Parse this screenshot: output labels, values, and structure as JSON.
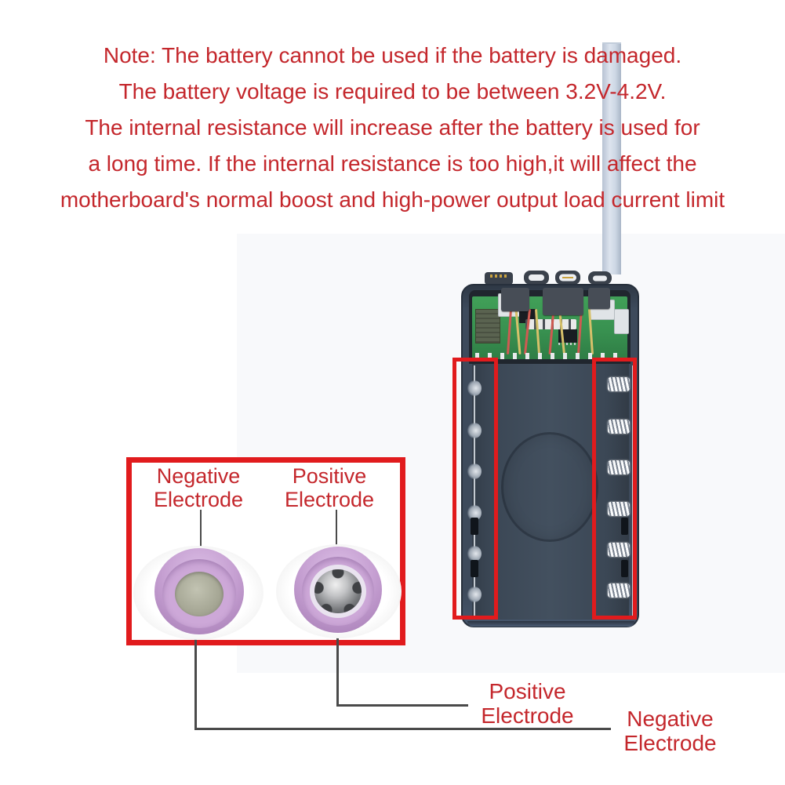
{
  "note": {
    "lines": [
      "Note: The battery cannot be used if the battery is damaged.",
      "The battery voltage is required to be between 3.2V-4.2V.",
      "The internal resistance will increase after the battery is used for",
      "a long time. If the internal resistance is too high,it will affect the",
      "motherboard's normal boost and high-power output load current limit"
    ]
  },
  "inset": {
    "negative_label": "Negative\nElectrode",
    "positive_label": "Positive\nElectrode"
  },
  "bottom_labels": {
    "positive": "Positive\nElectrode",
    "negative": "Negative\nElectrode"
  },
  "device": {
    "ports": [
      "pin-connector",
      "micro-usb",
      "usb-c",
      "lightning"
    ],
    "spring_count": 6
  },
  "colors": {
    "accent_red": "#e11b1d",
    "text_red": "#c4272c",
    "line_gray": "#4a4a4a",
    "case_slate": "#3d4a5b",
    "pcb_green": "#389150",
    "battery_pink": "#c6a0d2",
    "cable_gray": "#ccd6e3",
    "spring_white": "#f2f3f5"
  }
}
